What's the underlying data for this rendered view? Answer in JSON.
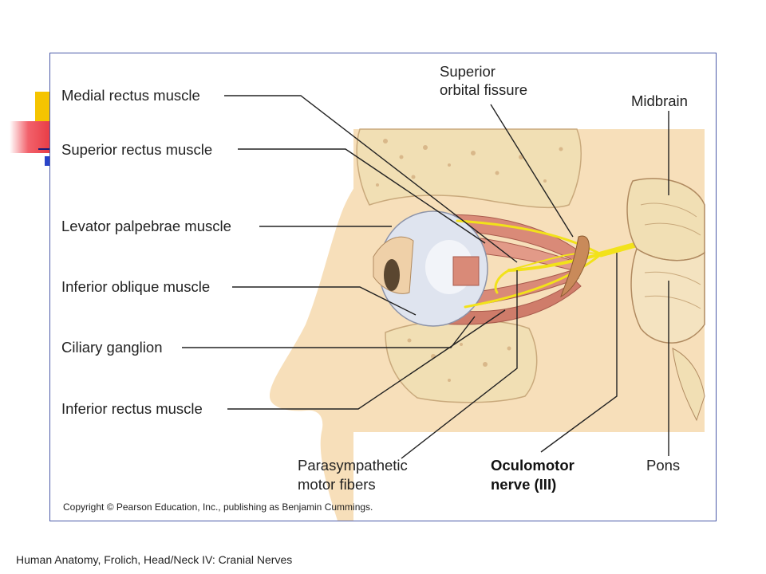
{
  "figure": {
    "labels": {
      "medial_rectus": "Medial rectus muscle",
      "superior_rectus": "Superior rectus muscle",
      "levator": "Levator palpebrae muscle",
      "inferior_oblique": "Inferior oblique muscle",
      "ciliary_ganglion": "Ciliary ganglion",
      "inferior_rectus": "Inferior rectus muscle",
      "superior_orbital_fissure_1": "Superior",
      "superior_orbital_fissure_2": "orbital fissure",
      "midbrain": "Midbrain",
      "parasympathetic_1": "Parasympathetic",
      "parasympathetic_2": "motor fibers",
      "oculomotor_1": "Oculomotor",
      "oculomotor_2": "nerve (III)",
      "pons": "Pons"
    },
    "copyright": "Copyright © Pearson Education, Inc., publishing as Benjamin Cummings."
  },
  "footer": "Human Anatomy, Frolich, Head/Neck IV:  Cranial Nerves",
  "colors": {
    "skin": "#f7dfba",
    "bone": "#f1dfb4",
    "muscle": "#d98a78",
    "nerve": "#f2e21a",
    "eye": "#dfe4ef",
    "frame": "#4a5aa8"
  }
}
